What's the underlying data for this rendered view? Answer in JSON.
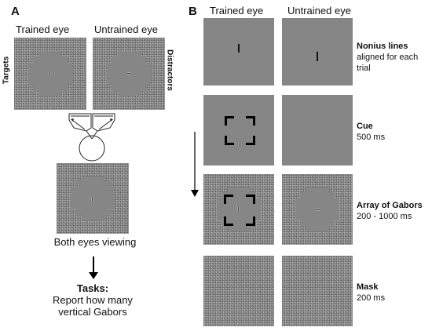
{
  "panel_a": {
    "letter": "A",
    "trained_eye": "Trained eye",
    "untrained_eye": "Untrained eye",
    "targets_label": "Targets",
    "distractors_label": "Distractors",
    "both_eyes": "Both eyes viewing",
    "tasks_title": "Tasks:",
    "tasks_line1": "Report how many",
    "tasks_line2": "vertical Gabors"
  },
  "panel_b": {
    "letter": "B",
    "trained_eye": "Trained eye",
    "untrained_eye": "Untrained eye",
    "rows": [
      {
        "title": "Nonius lines",
        "detail": "aligned for each trial"
      },
      {
        "title": "Cue",
        "detail": "500 ms"
      },
      {
        "title": "Array of Gabors",
        "detail": "200 - 1000 ms"
      },
      {
        "title": "Mask",
        "detail": "200 ms"
      }
    ]
  }
}
